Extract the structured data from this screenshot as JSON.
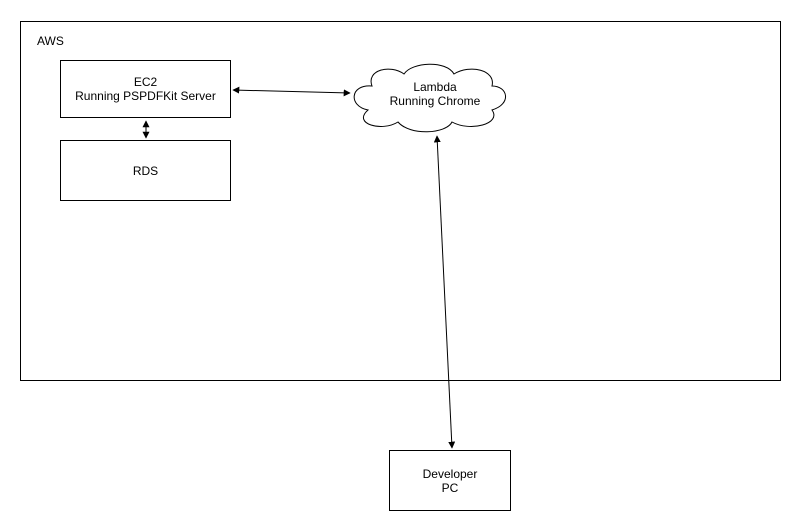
{
  "diagram": {
    "group": {
      "label": "AWS"
    },
    "nodes": {
      "ec2": {
        "line1": "EC2",
        "line2": "Running PSPDFKit Server"
      },
      "rds": {
        "label": "RDS"
      },
      "lambda": {
        "line1": "Lambda",
        "line2": "Running Chrome"
      },
      "developer": {
        "line1": "Developer",
        "line2": "PC"
      }
    },
    "edges": [
      {
        "from": "ec2",
        "to": "lambda",
        "direction": "both"
      },
      {
        "from": "ec2",
        "to": "rds",
        "direction": "both"
      },
      {
        "from": "lambda",
        "to": "developer",
        "direction": "both"
      }
    ]
  }
}
